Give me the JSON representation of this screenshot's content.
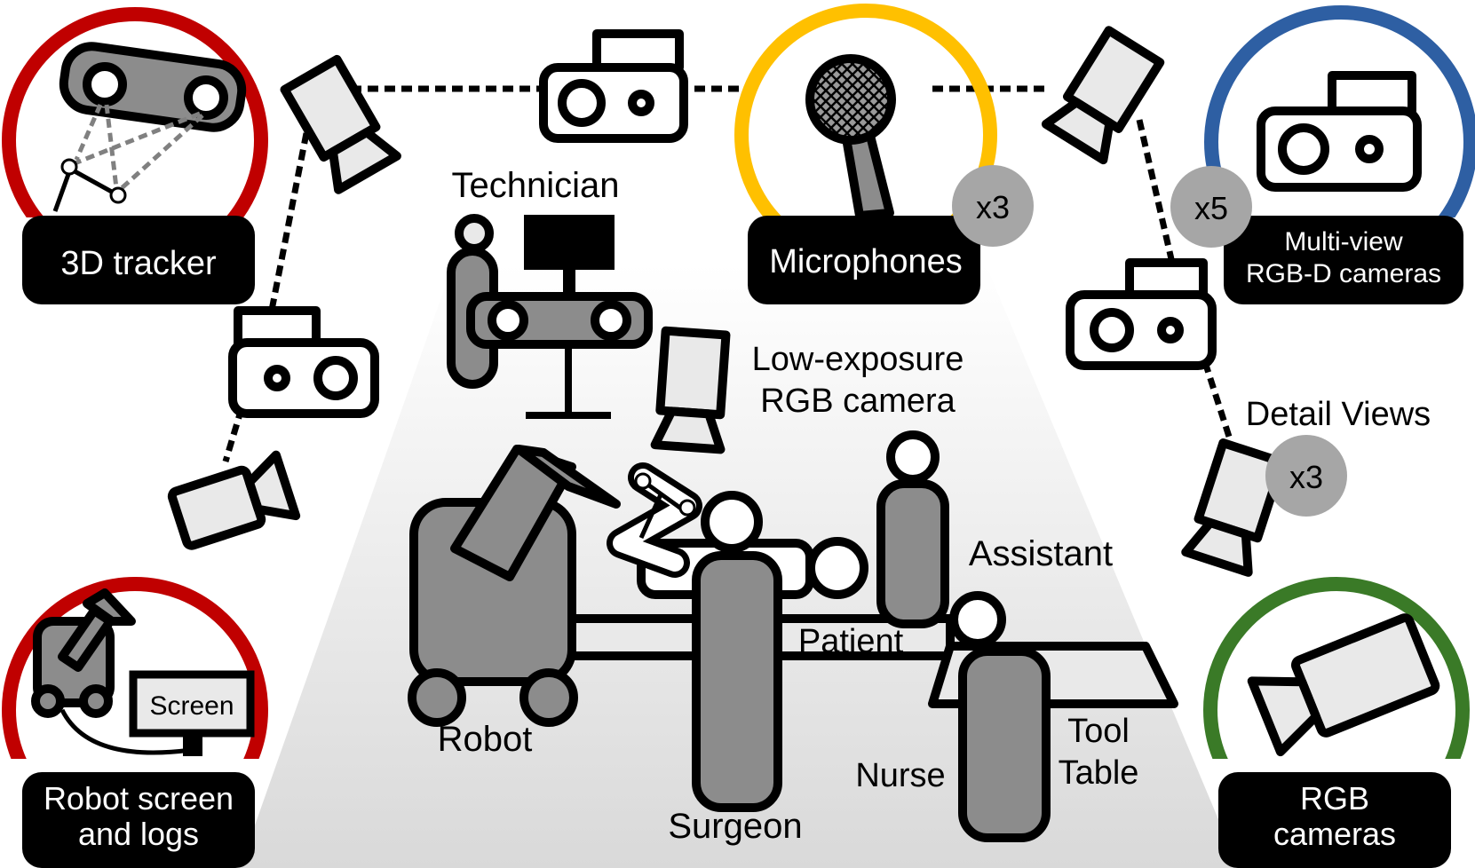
{
  "badges": {
    "tracker": "3D tracker",
    "microphones": "Microphones",
    "multiview_line1": "Multi-view",
    "multiview_line2": "RGB-D cameras",
    "robot_screen_line1": "Robot screen",
    "robot_screen_line2": "and logs",
    "rgb_line1": "RGB",
    "rgb_line2": "cameras"
  },
  "counts": {
    "microphones": "x3",
    "multiview": "x5",
    "detail": "x3"
  },
  "labels": {
    "technician": "Technician",
    "low_exposure_line1": "Low-exposure",
    "low_exposure_line2": "RGB camera",
    "detail_views": "Detail Views",
    "assistant": "Assistant",
    "patient": "Patient",
    "robot": "Robot",
    "surgeon": "Surgeon",
    "nurse": "Nurse",
    "tool_line1": "Tool",
    "tool_line2": "Table",
    "screen": "Screen"
  },
  "colors": {
    "tracker_ring": "#c00000",
    "microphones_ring": "#ffc000",
    "multiview_ring": "#2e5fa3",
    "robot_screen_ring": "#c00000",
    "rgb_ring": "#3a7a27",
    "person_fill": "#8c8c8c",
    "device_fill": "#e9e9e9",
    "count_fill": "#a6a6a6"
  }
}
